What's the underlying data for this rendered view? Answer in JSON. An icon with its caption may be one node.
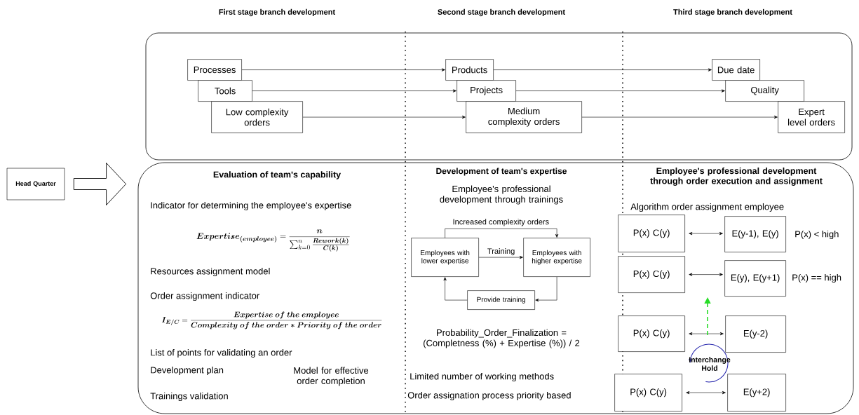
{
  "diagram": {
    "nodes": [
      {
        "text": [
          "Head Quarter"
        ]
      },
      {
        "text": [],
        "shape": "box"
      },
      {
        "text": [],
        "shape": "box"
      },
      {
        "text": [
          "Processes"
        ],
        "in": 1
      },
      {
        "text": [
          "Tools"
        ],
        "in": 1
      },
      {
        "text": [
          "Low complexity orders"
        ],
        "in": 1
      },
      {
        "text": [
          "Products"
        ],
        "in": 1
      },
      {
        "text": [
          "Projects"
        ],
        "in": 1
      },
      {
        "text": [
          "Medium complexity orders"
        ],
        "in": 1
      },
      {
        "text": [
          "Due date"
        ],
        "in": 1
      },
      {
        "text": [
          "Quality"
        ],
        "in": 1
      },
      {
        "text": [
          "Expert level orders"
        ],
        "in": 1
      },
      {
        "text": [
          "Employees with lower expertise"
        ],
        "in": 2
      },
      {
        "text": [
          "Employees with higher expertise"
        ],
        "in": 2
      },
      {
        "text": [
          "Provide training"
        ],
        "in": 2
      },
      {
        "text": [
          "P(x) C(y)"
        ],
        "in": 2
      },
      {
        "text": [
          "E(y-1), E(y)"
        ],
        "in": 2
      },
      {
        "text": [
          "P(x) C(y)"
        ],
        "in": 2
      },
      {
        "text": [
          "E(y), E(y+1)"
        ],
        "in": 2
      },
      {
        "text": [
          "P(x) C(y)"
        ],
        "in": 2
      },
      {
        "text": [
          "E(y-2)"
        ],
        "in": 2
      },
      {
        "text": [
          "P(x) C(y)"
        ],
        "in": 2
      },
      {
        "text": [
          "E(y+2)"
        ],
        "in": 2
      }
    ],
    "edges": [
      {
        "from": 0,
        "to": 2,
        "arrow": "to",
        "style": "thick"
      },
      {
        "from": 3,
        "to": 6,
        "arrow": "to"
      },
      {
        "from": 6,
        "to": 9,
        "arrow": "to"
      },
      {
        "from": 4,
        "to": 7,
        "arrow": "to"
      },
      {
        "from": 7,
        "to": 10,
        "arrow": "to"
      },
      {
        "from": 5,
        "to": 8,
        "arrow": "to"
      },
      {
        "from": 8,
        "to": 11,
        "arrow": "to"
      },
      {
        "from": 12,
        "to": 13,
        "arrow": "to",
        "label": "Training"
      },
      {
        "from": 12,
        "to": 13,
        "arrow": "to",
        "label": "Increased complexity orders"
      },
      {
        "from": 13,
        "to": 14,
        "arrow": "to"
      },
      {
        "from": 14,
        "to": 12,
        "arrow": "to"
      },
      {
        "from": 15,
        "to": 16,
        "arrow": "both"
      },
      {
        "from": 17,
        "to": 18,
        "arrow": "both"
      },
      {
        "from": 19,
        "to": 20,
        "arrow": "both"
      },
      {
        "from": 21,
        "to": 22,
        "arrow": "both"
      }
    ],
    "labels": [
      "First stage branch development",
      "Second stage branch development",
      "Third stage branch development",
      "Evaluation of team's capability",
      "Indicator for determining the employee's expertise",
      "\\boldsymbol{Expertise}_{\\boldsymbol{(employee)}} = \\frac{\\boldsymbol{n}}{\\sum_{k=0}^{n} \\frac{\\boldsymbol{Rework(k)}}{\\boldsymbol{C(k)}}}",
      "Resources assignment model",
      "Order assignment indicator",
      "\\boldsymbol{I_{E/C}} = \\frac{\\boldsymbol{Expertise\\ of\\ the\\ employee}}{\\boldsymbol{Complexity\\ of\\ the\\ order*Priority\\ of\\ the\\ order}}",
      "List of points for validating an order",
      "Development plan",
      "Model for effective order completion",
      "Trainings validation",
      "Development of team's expertise",
      "Employee's professional development through trainings",
      "Probability_Order_Finalization = (Completness (%) + Expertise (%)) / 2",
      "Limited number of working methods",
      "Order assignation process priority based",
      "Employee's professional development through order execution and assignment",
      "Algorithm order assignment employee",
      "P(x) < high",
      "P(x) == high",
      "Interchange Hold"
    ]
  }
}
